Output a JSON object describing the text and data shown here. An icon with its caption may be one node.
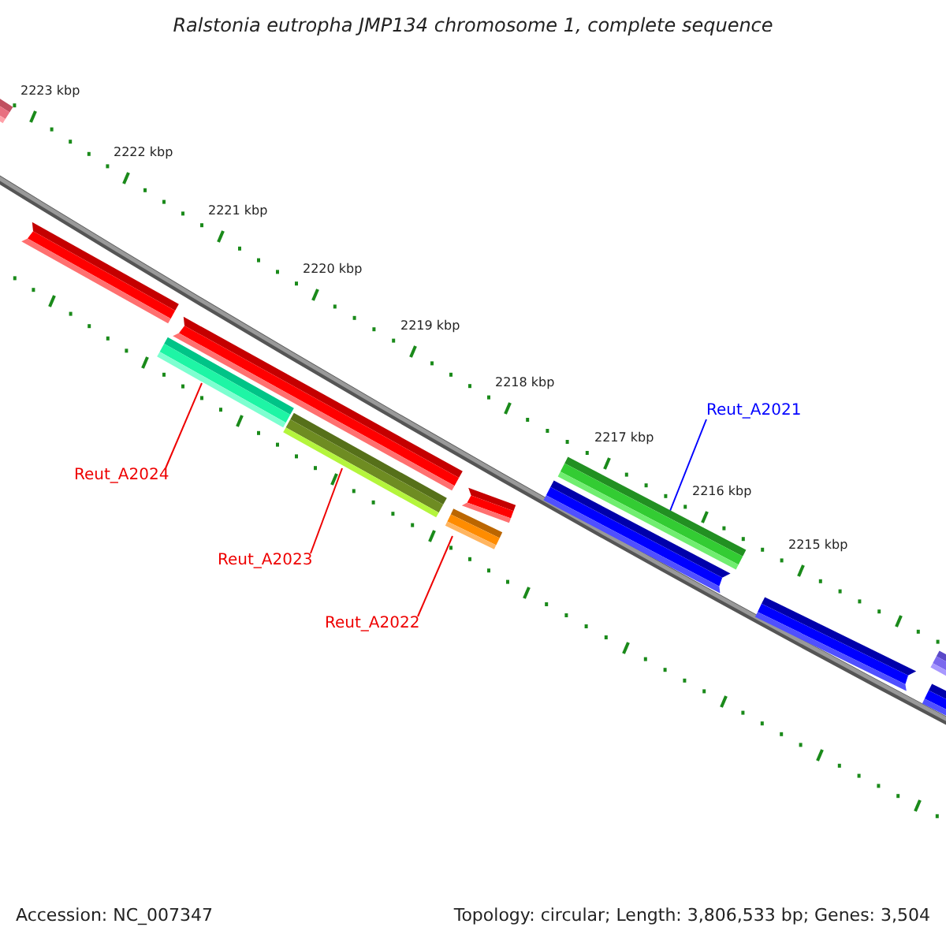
{
  "diagram": {
    "title": "Ralstonia eutropha JMP134 chromosome 1, complete sequence",
    "nodes": [
      {
        "text": [
          "Reut_A2021"
        ]
      },
      {
        "text": [
          "Reut_A2024"
        ]
      },
      {
        "text": [
          "Reut_A2023"
        ]
      },
      {
        "text": [
          "Reut_A2022"
        ]
      },
      {
        "text": [],
        "shape": "bar"
      },
      {
        "text": [],
        "shape": "bar"
      },
      {
        "text": [],
        "shape": "bar"
      },
      {
        "text": [],
        "shape": "bar"
      }
    ],
    "edges": [
      {
        "from": 0,
        "to": 7,
        "arrow": "none",
        "color": "#0000ff"
      },
      {
        "from": 1,
        "to": 4,
        "arrow": "none"
      },
      {
        "from": 2,
        "to": 5,
        "arrow": "none"
      },
      {
        "from": 3,
        "to": 6,
        "arrow": "none"
      }
    ],
    "labels": [
      "2223 kbp",
      "2222 kbp",
      "2221 kbp",
      "2220 kbp",
      "2219 kbp",
      "2218 kbp",
      "2217 kbp",
      "2216 kbp",
      "2215 kbp",
      "Accession: NC_007347",
      "Topology: circular; Length: 3,806,533 bp; Genes: 3,504"
    ]
  }
}
